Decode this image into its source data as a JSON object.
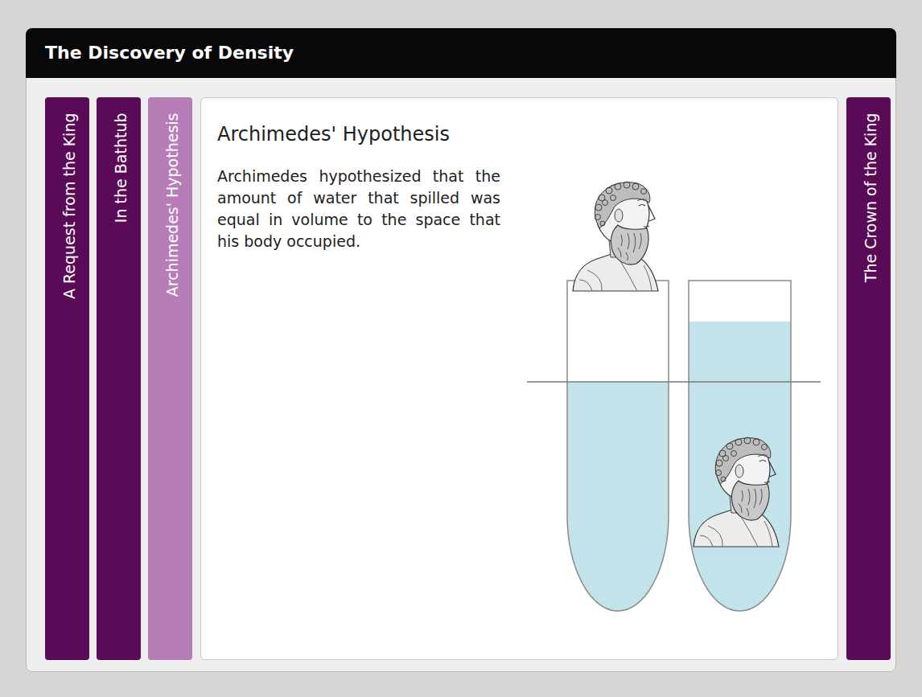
{
  "diagram": {
    "title": "The Discovery of Density",
    "nodes": [
      {
        "text": [
          "A Request from the King"
        ]
      },
      {
        "text": [
          "In the Bathtub"
        ]
      },
      {
        "text": [
          "Archimedes' Hypothesis"
        ]
      },
      {
        "text": [
          "Archimedes' Hypothesis",
          "Archimedes hypothesized that the amount of water that spilled was equal in volume to the space that his body occupied."
        ]
      },
      {
        "text": [
          "The Crown of the King"
        ]
      }
    ]
  }
}
